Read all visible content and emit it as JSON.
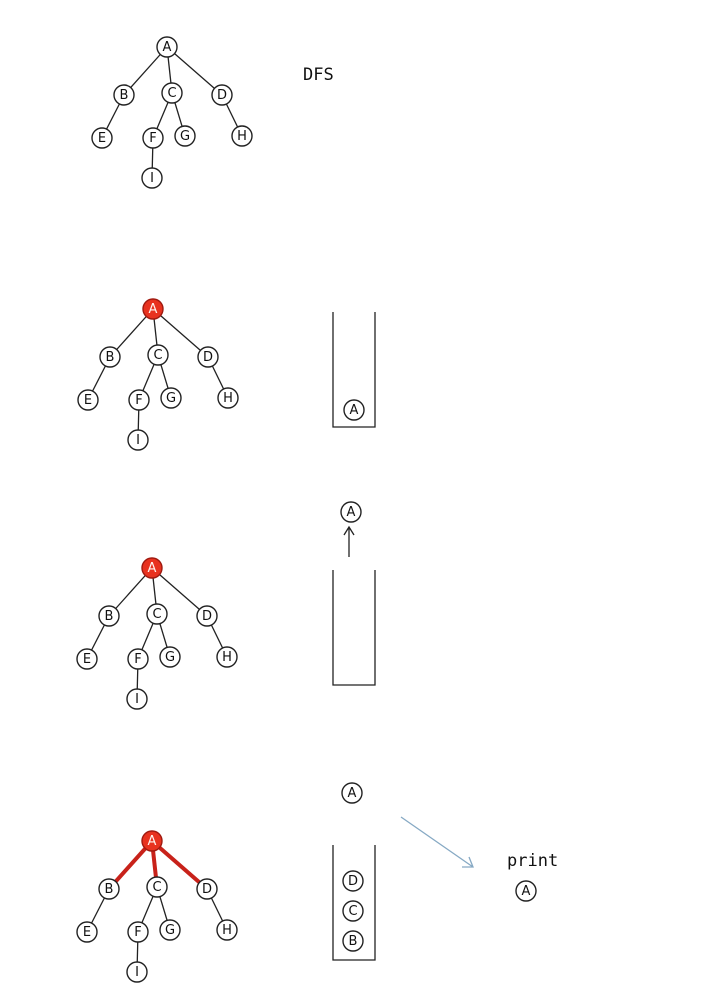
{
  "title": "DFS",
  "tree": {
    "nodes": [
      "A",
      "B",
      "C",
      "D",
      "E",
      "F",
      "G",
      "H",
      "I"
    ],
    "edges": [
      [
        "A",
        "B"
      ],
      [
        "A",
        "C"
      ],
      [
        "A",
        "D"
      ],
      [
        "B",
        "E"
      ],
      [
        "C",
        "F"
      ],
      [
        "C",
        "G"
      ],
      [
        "D",
        "H"
      ],
      [
        "F",
        "I"
      ]
    ]
  },
  "steps": [
    {
      "highlight_nodes": [],
      "highlight_edges": [],
      "stack": [],
      "popped": null,
      "printed": null
    },
    {
      "highlight_nodes": [
        "A"
      ],
      "highlight_edges": [],
      "stack": [
        "A"
      ],
      "popped": null,
      "printed": null
    },
    {
      "highlight_nodes": [
        "A"
      ],
      "highlight_edges": [],
      "stack": [],
      "popped": "A",
      "printed": null
    },
    {
      "highlight_nodes": [
        "A"
      ],
      "highlight_edges": [
        [
          "A",
          "B"
        ],
        [
          "A",
          "C"
        ],
        [
          "A",
          "D"
        ]
      ],
      "stack": [
        "B",
        "C",
        "D"
      ],
      "popped": "A",
      "printed": "A"
    }
  ],
  "print_label": "print",
  "colors": {
    "highlight": "#e8321f",
    "arrow_blue": "#86a9c4"
  }
}
